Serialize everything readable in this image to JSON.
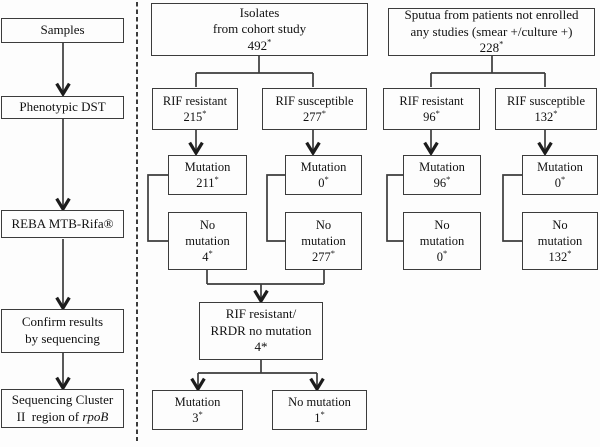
{
  "figure": {
    "marker": "*"
  },
  "pipeline": {
    "steps": {
      "samples": {
        "label": "Samples"
      },
      "dst": {
        "label": "Phenotypic DST"
      },
      "reba": {
        "label": "REBA MTB-Rifa®"
      },
      "confirm": {
        "line1": "Confirm results",
        "line2": "by sequencing"
      },
      "sequencing": {
        "line1": "Sequencing Cluster",
        "line2_prefix": "II  region of ",
        "gene": "rpoB"
      }
    }
  },
  "cohort_arm": {
    "root": {
      "line1": "Isolates",
      "line2": "from cohort study",
      "count": "492"
    },
    "rif_resistant": {
      "label": "RIF resistant",
      "count": "215"
    },
    "rif_susceptible": {
      "label": "RIF susceptible",
      "count": "277"
    },
    "resistant_mutation": {
      "label": "Mutation",
      "count": "211"
    },
    "susceptible_mutation": {
      "label": "Mutation",
      "count": "0"
    },
    "resistant_no_mutation": {
      "line1": "No",
      "line2": "mutation",
      "count": "4"
    },
    "susceptible_no_mutation": {
      "line1": "No",
      "line2": "mutation",
      "count": "277"
    }
  },
  "sputum_arm": {
    "root": {
      "line1": "Sputua from patients not enrolled",
      "line2": "any studies (smear +/culture +)",
      "count": "228"
    },
    "rif_resistant": {
      "label": "RIF resistant",
      "count": "96"
    },
    "rif_susceptible": {
      "label": "RIF susceptible",
      "count": "132"
    },
    "resistant_mutation": {
      "label": "Mutation",
      "count": "96"
    },
    "susceptible_mutation": {
      "label": "Mutation",
      "count": "0"
    },
    "resistant_no_mutation": {
      "line1": "No",
      "line2": "mutation",
      "count": "0"
    },
    "susceptible_no_mutation": {
      "line1": "No",
      "line2": "mutation",
      "count": "132"
    }
  },
  "discordant": {
    "rrdr": {
      "line1": "RIF resistant/",
      "line2": "RRDR no mutation",
      "count": "4*"
    },
    "mutation": {
      "label": "Mutation",
      "count": "3"
    },
    "no_mutation": {
      "label": "No mutation",
      "count": "1"
    }
  }
}
